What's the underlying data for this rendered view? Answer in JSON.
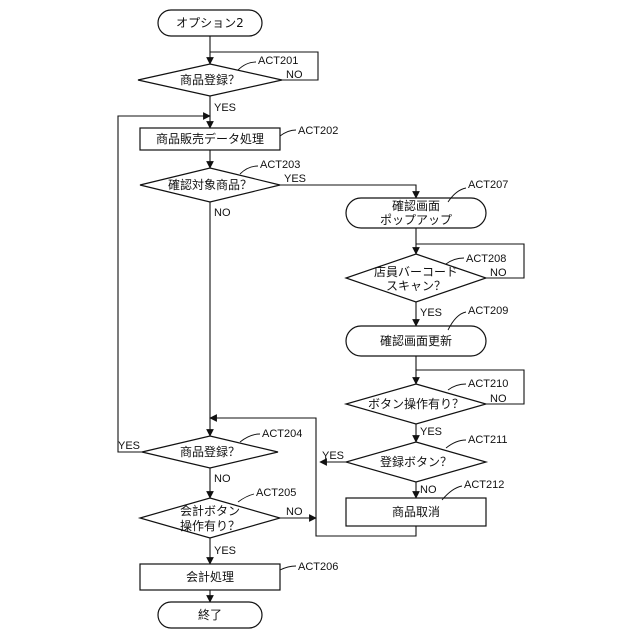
{
  "nodes": {
    "start": {
      "label": "オプション2"
    },
    "act201": {
      "label": "商品登録？",
      "step": "ACT201"
    },
    "act202": {
      "label": "商品販売データ処理",
      "step": "ACT202"
    },
    "act203": {
      "label": "確認対象商品？",
      "step": "ACT203"
    },
    "act204": {
      "label": "商品登録？",
      "step": "ACT204"
    },
    "act205": {
      "line1": "会計ボタン",
      "line2": "操作有り？",
      "step": "ACT205"
    },
    "act206": {
      "label": "会計処理",
      "step": "ACT206"
    },
    "end": {
      "label": "終了"
    },
    "act207": {
      "line1": "確認画面",
      "line2": "ポップアップ",
      "step": "ACT207"
    },
    "act208": {
      "line1": "店員バーコード",
      "line2": "スキャン？",
      "step": "ACT208"
    },
    "act209": {
      "label": "確認画面更新",
      "step": "ACT209"
    },
    "act210": {
      "label": "ボタン操作有り？",
      "step": "ACT210"
    },
    "act211": {
      "label": "登録ボタン？",
      "step": "ACT211"
    },
    "act212": {
      "label": "商品取消",
      "step": "ACT212"
    }
  },
  "branch_labels": {
    "act201_yes": "YES",
    "act201_no": "NO",
    "act203_yes": "YES",
    "act203_no": "NO",
    "act204_yes": "YES",
    "act204_no": "NO",
    "act205_yes": "YES",
    "act205_no": "NO",
    "act208_yes": "YES",
    "act208_no": "NO",
    "act210_yes": "YES",
    "act210_no": "NO",
    "act211_yes": "YES",
    "act211_no": "NO"
  }
}
